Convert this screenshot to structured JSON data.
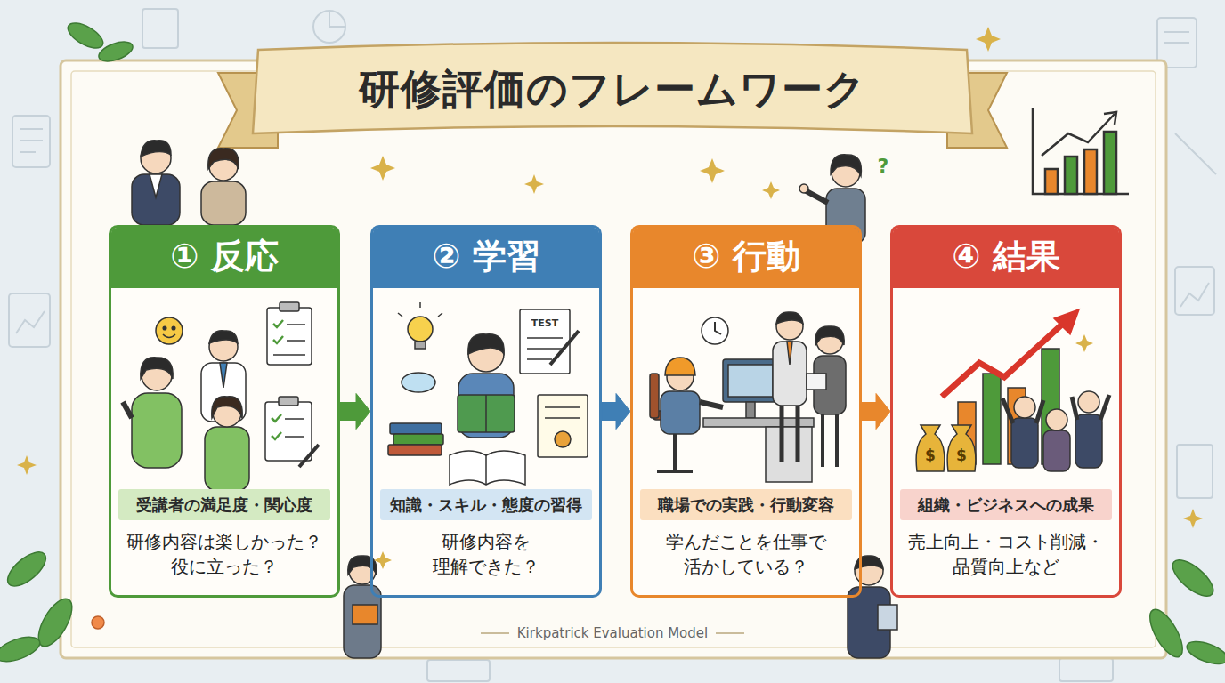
{
  "diagram": {
    "title": "研修評価のフレームワーク",
    "nodes": [
      {
        "text": [
          "① 反応",
          "研修内容は楽しかった？ 役に立った？"
        ]
      },
      {
        "text": [
          "受講者の満足度・関心度"
        ],
        "in": 0
      },
      {
        "text": [
          "② 学習",
          "研修内容を 理解できた？"
        ]
      },
      {
        "text": [
          "知識・スキル・態度の習得"
        ],
        "in": 2
      },
      {
        "text": [
          "③ 行動",
          "学んだことを仕事で 活かしている？"
        ]
      },
      {
        "text": [
          "職場での実践・行動変容"
        ],
        "in": 4
      },
      {
        "text": [
          "④ 結果",
          "売上向上・コスト削減・ 品質向上など"
        ]
      },
      {
        "text": [
          "組織・ビジネスへの成果"
        ],
        "in": 6
      }
    ],
    "edges": [
      {
        "from": 0,
        "to": 2,
        "arrow": "to"
      },
      {
        "from": 2,
        "to": 4,
        "arrow": "to"
      },
      {
        "from": 4,
        "to": 6,
        "arrow": "to"
      }
    ],
    "labels": [
      "TEST",
      "$",
      "$",
      "?",
      "Kirkpatrick Evaluation Model"
    ]
  }
}
